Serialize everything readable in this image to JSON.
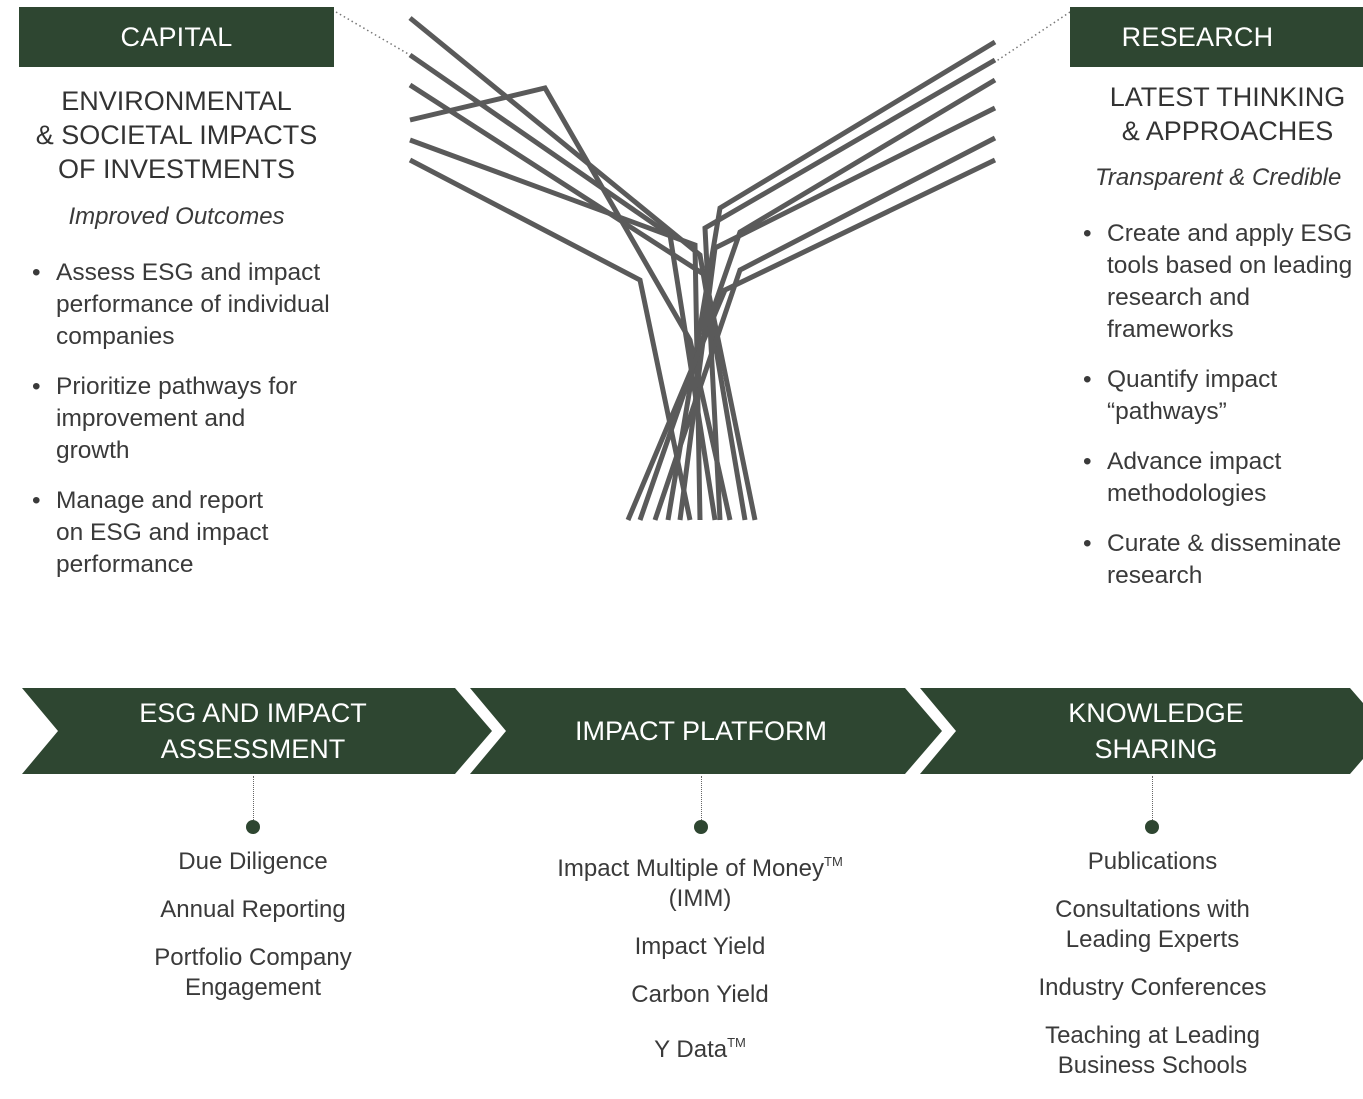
{
  "colors": {
    "dark_green": "#2e4631",
    "line_gray": "#5a5a5a"
  },
  "capital": {
    "header": "CAPITAL",
    "title_lines": [
      "ENVIRONMENTAL",
      "& SOCIETAL IMPACTS",
      "OF INVESTMENTS"
    ],
    "subtitle": "Improved Outcomes",
    "bullets": [
      "Assess ESG and impact performance of individual companies",
      "Prioritize pathways for improvement and growth",
      "Manage and report on ESG and impact performance"
    ]
  },
  "research": {
    "header": "RESEARCH",
    "title_lines": [
      "LATEST THINKING",
      "& APPROACHES"
    ],
    "subtitle": "Transparent & Credible",
    "bullets": [
      "Create and apply ESG tools based on leading research and frameworks",
      "Quantify impact “pathways”",
      "Advance impact methodologies",
      "Curate & disseminate research"
    ]
  },
  "chevrons": [
    {
      "label_lines": [
        "ESG AND IMPACT",
        "ASSESSMENT"
      ],
      "items": [
        {
          "text": "Due Diligence"
        },
        {
          "text": "Annual Reporting"
        },
        {
          "text": "Portfolio Company Engagement"
        }
      ]
    },
    {
      "label_lines": [
        "IMPACT PLATFORM"
      ],
      "items": [
        {
          "text": "Impact Multiple of Money",
          "sup": "TM",
          "tail": "(IMM)"
        },
        {
          "text": "Impact Yield"
        },
        {
          "text": "Carbon Yield"
        },
        {
          "text": "Y Data",
          "sup": "TM"
        }
      ]
    },
    {
      "label_lines": [
        "KNOWLEDGE",
        "SHARING"
      ],
      "items": [
        {
          "text": "Publications"
        },
        {
          "text": "Consultations with Leading Experts"
        },
        {
          "text": "Industry Conferences"
        },
        {
          "text": "Teaching at Leading Business Schools"
        }
      ]
    }
  ]
}
